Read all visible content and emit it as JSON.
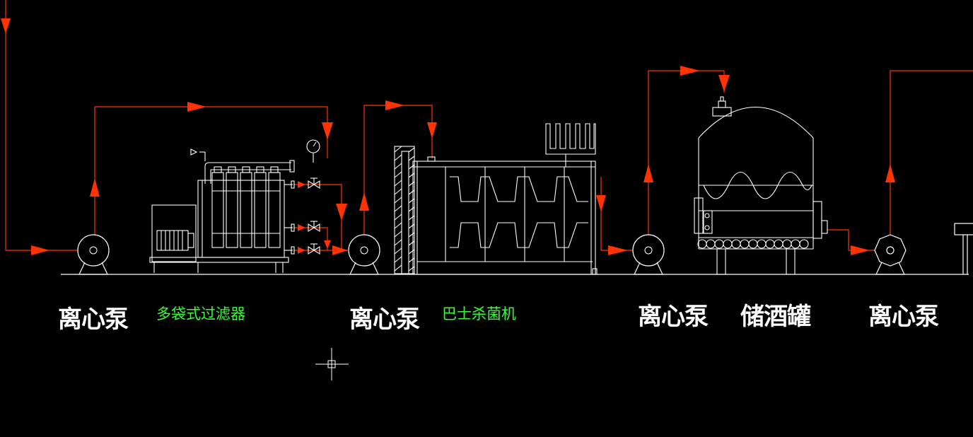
{
  "labels": {
    "pump_1": "离心泵",
    "bag_filter": "多袋式过滤器",
    "pump_2": "离心泵",
    "pasteurizer": "巴士杀菌机",
    "pump_3": "离心泵",
    "storage_tank": "储酒罐",
    "pump_4": "离心泵"
  },
  "colors": {
    "background": "#000000",
    "equipment_line": "#ffffff",
    "flow_line": "#ff3300",
    "label_primary": "#ffffff",
    "label_secondary": "#33ff33"
  },
  "icons": {
    "crosshair": "cad-crosshair-cursor-icon"
  }
}
